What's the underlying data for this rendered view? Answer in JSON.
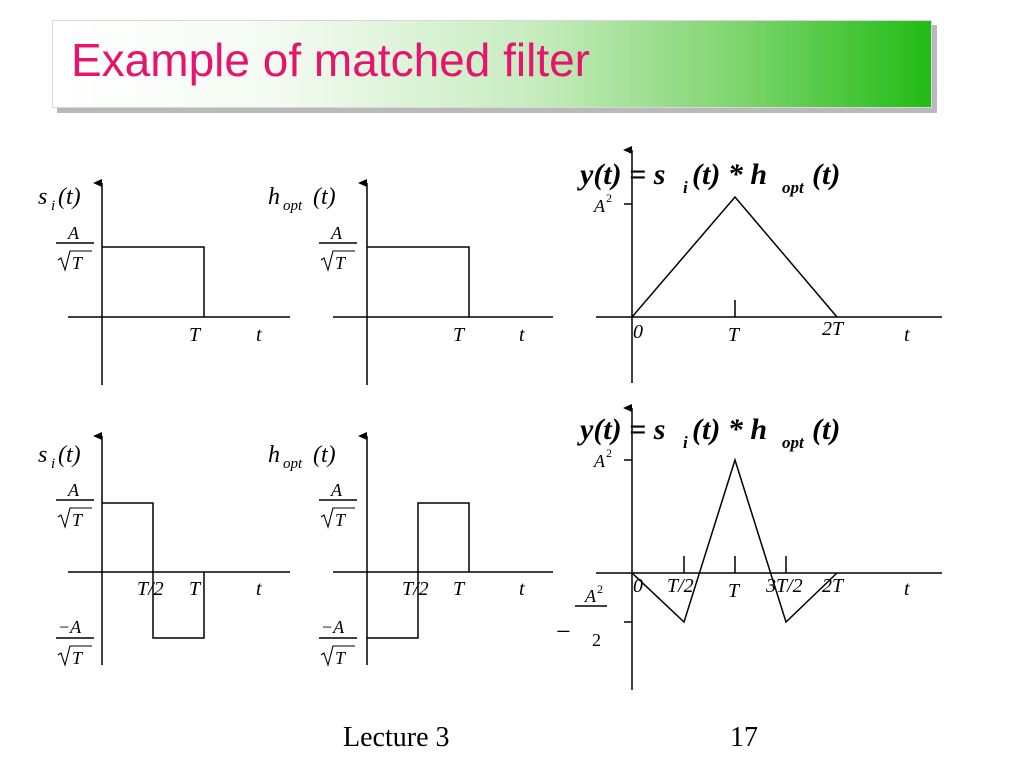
{
  "slide": {
    "title": "Example of matched filter",
    "footer_left": "Lecture 3",
    "page_number": "17",
    "title_color": "#e6146e"
  },
  "labels": {
    "si_s": "s",
    "si_i": "i",
    "si_t": "(t)",
    "h_h": "h",
    "h_opt": "opt",
    "h_t": "(t)",
    "A": "A",
    "sqrtT": "T",
    "negA": "−A",
    "T": "T",
    "Thalf": "T/2",
    "t": "t",
    "zero": "0",
    "twoT": "2T",
    "threeThalf": "3T/2",
    "A2": "A",
    "sup2": "2",
    "denom2": "2",
    "minus": "−",
    "y_eq": "y(t) = s",
    "y_i": "i",
    "y_mid": "(t) * h",
    "y_opt": "opt",
    "y_end": "(t)"
  }
}
